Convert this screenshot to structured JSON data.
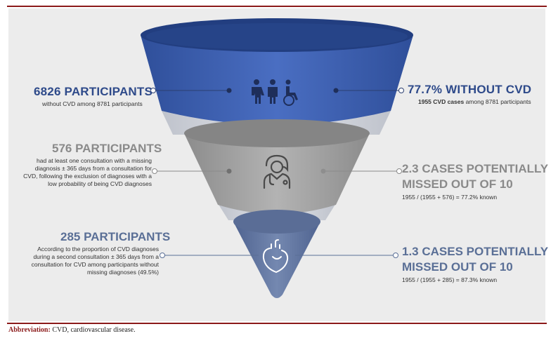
{
  "tiers": [
    {
      "left_title": "6826 PARTICIPANTS",
      "left_desc": [
        "without CVD among 8781 participants"
      ],
      "right_title": [
        "77.7% WITHOUT CVD"
      ],
      "right_desc_bold": "1955 CVD cases",
      "right_desc_rest": " among 8781 participants",
      "colors": {
        "rim": "#2b4a8c",
        "body": "#3f63b4",
        "title": "#2e4a8a"
      },
      "icon": "people-icon"
    },
    {
      "left_title": "576 PARTICIPANTS",
      "left_desc": [
        "had at least one consultation with a missing",
        "diagnosis ± 365 days from a consultation for",
        "CVD, following the exclusion of diagnoses with a",
        "low probability of being CVD diagnoses"
      ],
      "right_title": [
        "2.3 CASES POTENTIALLY",
        "MISSED OUT OF 10"
      ],
      "right_desc": "1955 / (1955 + 576) =  77.2% known",
      "colors": {
        "rim": "#8e8e8e",
        "body": "#a8a8a8",
        "title": "#8a8a8a"
      },
      "icon": "doctor-icon"
    },
    {
      "left_title": "285 PARTICIPANTS",
      "left_desc": [
        "According to the proportion of CVD diagnoses",
        "during a second consultation ± 365 days from a",
        "consultation for CVD among participants without",
        "missing diagnoses (49.5%)"
      ],
      "right_title": [
        "1.3 CASES POTENTIALLY",
        "MISSED OUT OF 10"
      ],
      "right_desc": "1955 / (1955 + 285) = 87.3% known",
      "colors": {
        "rim": "#56698f",
        "body": "#6f83a8",
        "title": "#5a6f96"
      },
      "icon": "heart-icon"
    }
  ],
  "footnote": {
    "label": "Abbreviation:",
    "text": " CVD, cardiovascular disease."
  }
}
